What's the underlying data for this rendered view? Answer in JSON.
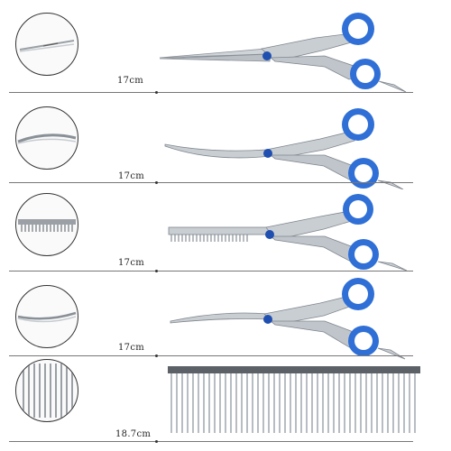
{
  "items": [
    {
      "kind": "straight-shears",
      "length_label": "17cm"
    },
    {
      "kind": "curved-shears",
      "length_label": "17cm"
    },
    {
      "kind": "thinning-shears",
      "length_label": "17cm"
    },
    {
      "kind": "down-curved-shears",
      "length_label": "17cm"
    },
    {
      "kind": "grooming-comb",
      "length_label": "18.7cm"
    }
  ],
  "colors": {
    "ring_blue": "#2f6fd6",
    "ring_inner": "#6ea8f0",
    "steel": "#c9ced3",
    "steel_dark": "#8a9097"
  }
}
